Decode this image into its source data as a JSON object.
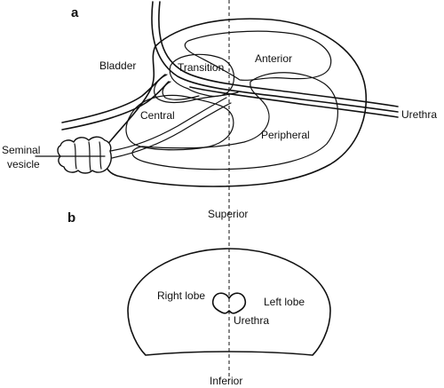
{
  "panels": {
    "a": {
      "letter": "a",
      "labels": {
        "bladder": "Bladder",
        "transition": "Transition",
        "anterior": "Anterior",
        "central": "Central",
        "urethra": "Urethra",
        "peripheral": "Peripheral",
        "seminal_line1": "Seminal",
        "seminal_line2": "vesicle"
      }
    },
    "b": {
      "letter": "b",
      "labels": {
        "superior": "Superior",
        "right_lobe": "Right lobe",
        "left_lobe": "Left lobe",
        "urethra": "Urethra",
        "inferior": "Inferior"
      }
    }
  }
}
